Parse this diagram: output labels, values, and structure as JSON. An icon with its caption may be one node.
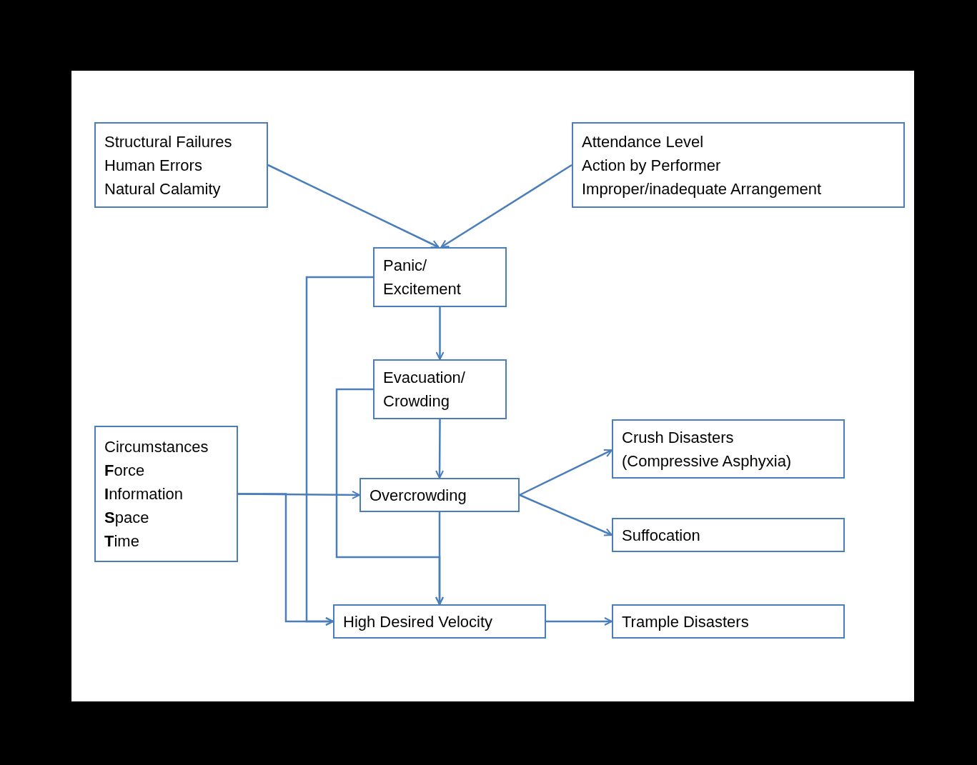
{
  "diagram": {
    "nodes": [
      {
        "text": [
          "Structural Failures",
          "Human Errors",
          "Natural Calamity"
        ]
      },
      {
        "text": [
          "Attendance Level",
          "Action by Performer",
          "Improper/inadequate Arrangement"
        ]
      },
      {
        "text": [
          "Panic/ Excitement"
        ]
      },
      {
        "text": [
          "Evacuation/ Crowding"
        ]
      },
      {
        "text": [
          "Circumstances",
          "**F**orce",
          "**I**nformation",
          "**S**pace",
          "**T**ime"
        ]
      },
      {
        "text": [
          "Overcrowding"
        ]
      },
      {
        "text": [
          "Crush Disasters",
          "(Compressive Asphyxia)"
        ]
      },
      {
        "text": [
          "Suffocation"
        ]
      },
      {
        "text": [
          "High Desired Velocity"
        ]
      },
      {
        "text": [
          "Trample Disasters"
        ]
      }
    ],
    "edges": [
      {
        "from": 0,
        "to": 2,
        "arrow": "to"
      },
      {
        "from": 1,
        "to": 2,
        "arrow": "to"
      },
      {
        "from": 2,
        "to": 3,
        "arrow": "to"
      },
      {
        "from": 2,
        "to": 8,
        "arrow": "to"
      },
      {
        "from": 3,
        "to": 5,
        "arrow": "to"
      },
      {
        "from": 3,
        "to": 8,
        "arrow": "to"
      },
      {
        "from": 4,
        "to": 5,
        "arrow": "to"
      },
      {
        "from": 4,
        "to": 8,
        "arrow": "to"
      },
      {
        "from": 5,
        "to": 6,
        "arrow": "to"
      },
      {
        "from": 5,
        "to": 7,
        "arrow": "to"
      },
      {
        "from": 5,
        "to": 8,
        "arrow": "to"
      },
      {
        "from": 8,
        "to": 9,
        "arrow": "to"
      }
    ]
  }
}
